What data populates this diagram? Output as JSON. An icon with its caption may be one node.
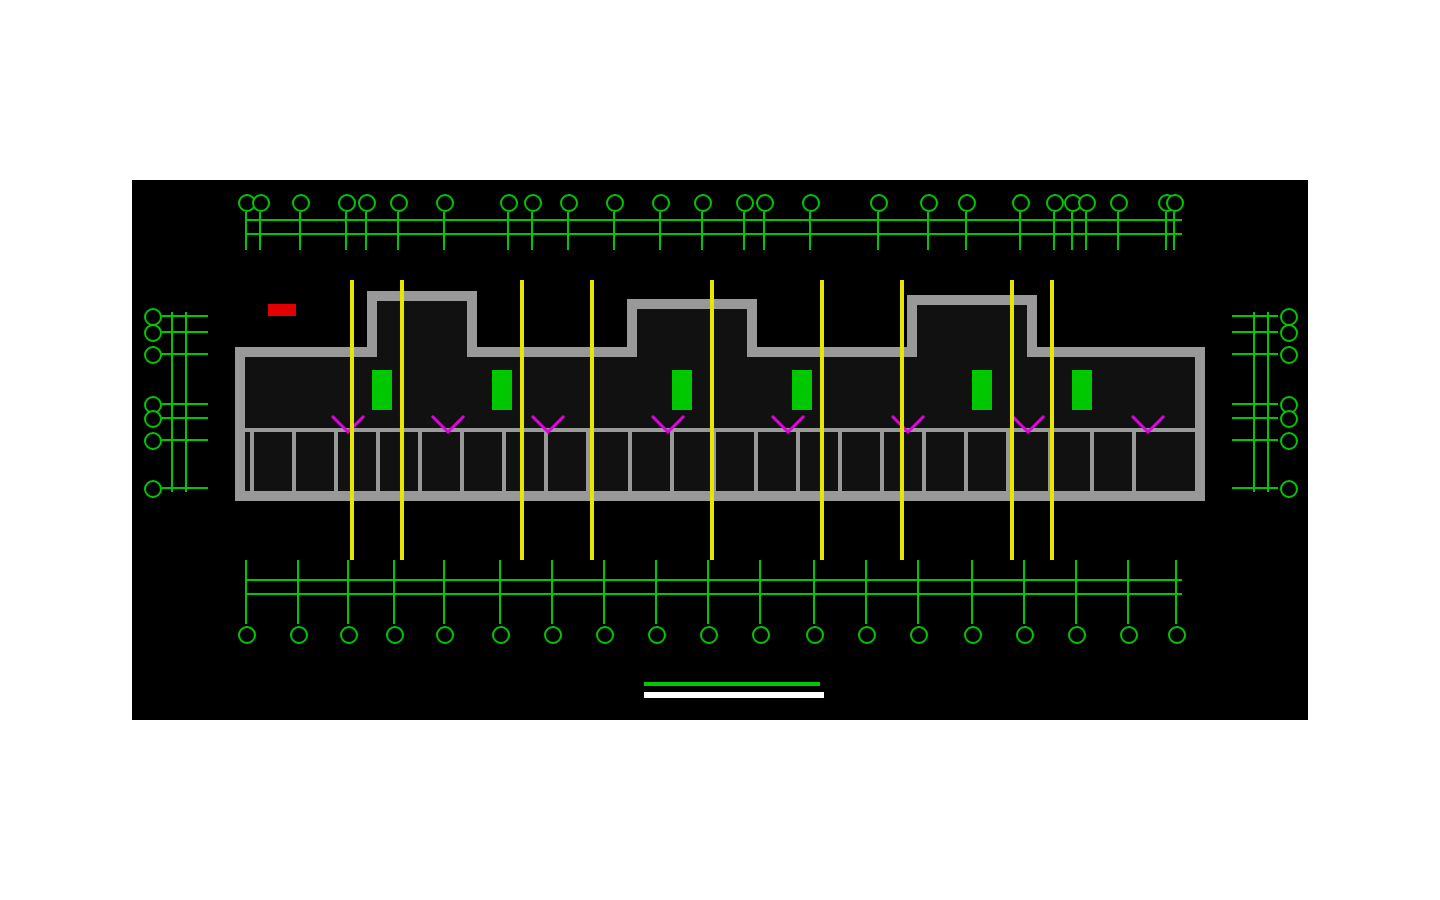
{
  "diagram": {
    "nodes": [
      {
        "text": [],
        "shape": "circle"
      },
      {
        "text": [],
        "shape": "circle"
      },
      {
        "text": [],
        "shape": "circle"
      },
      {
        "text": [],
        "shape": "circle"
      },
      {
        "text": [],
        "shape": "circle"
      },
      {
        "text": [],
        "shape": "circle"
      },
      {
        "text": [],
        "shape": "circle"
      },
      {
        "text": [],
        "shape": "circle"
      },
      {
        "text": [],
        "shape": "circle"
      },
      {
        "text": [],
        "shape": "circle"
      },
      {
        "text": [],
        "shape": "circle"
      },
      {
        "text": [],
        "shape": "circle"
      },
      {
        "text": [],
        "shape": "circle"
      },
      {
        "text": [],
        "shape": "circle"
      },
      {
        "text": [],
        "shape": "circle"
      },
      {
        "text": [],
        "shape": "circle"
      },
      {
        "text": [],
        "shape": "circle"
      },
      {
        "text": [],
        "shape": "circle"
      },
      {
        "text": [],
        "shape": "circle"
      },
      {
        "text": [],
        "shape": "circle"
      },
      {
        "text": [],
        "shape": "circle"
      },
      {
        "text": [],
        "shape": "circle"
      },
      {
        "text": [],
        "shape": "circle"
      },
      {
        "text": [],
        "shape": "circle"
      },
      {
        "text": [],
        "shape": "circle"
      },
      {
        "text": [],
        "shape": "circle"
      },
      {
        "text": [],
        "shape": "circle"
      },
      {
        "text": [],
        "shape": "circle"
      },
      {
        "text": [],
        "shape": "circle"
      },
      {
        "text": [],
        "shape": "circle"
      },
      {
        "text": [],
        "shape": "circle"
      },
      {
        "text": [],
        "shape": "circle"
      },
      {
        "text": [],
        "shape": "circle"
      },
      {
        "text": [],
        "shape": "circle"
      },
      {
        "text": [],
        "shape": "circle"
      },
      {
        "text": [],
        "shape": "circle"
      },
      {
        "text": [],
        "shape": "circle"
      },
      {
        "text": [],
        "shape": "circle"
      },
      {
        "text": [],
        "shape": "circle"
      },
      {
        "text": [],
        "shape": "circle"
      },
      {
        "text": [],
        "shape": "circle"
      },
      {
        "text": [],
        "shape": "circle"
      },
      {
        "text": [],
        "shape": "circle"
      },
      {
        "text": [],
        "shape": "circle"
      },
      {
        "text": [],
        "shape": "circle"
      },
      {
        "text": [],
        "shape": "circle"
      },
      {
        "text": [],
        "shape": "circle"
      },
      {
        "text": [],
        "shape": "circle"
      },
      {
        "text": [],
        "shape": "circle"
      },
      {
        "text": [],
        "shape": "circle"
      },
      {
        "text": [],
        "shape": "circle"
      },
      {
        "text": [],
        "shape": "circle"
      },
      {
        "text": [],
        "shape": "circle"
      },
      {
        "text": [],
        "shape": "circle"
      },
      {
        "text": [],
        "shape": "circle"
      },
      {
        "text": [],
        "shape": "circle"
      },
      {
        "text": [],
        "shape": "circle"
      },
      {
        "text": [],
        "shape": "circle"
      },
      {
        "text": [],
        "shape": "circle"
      }
    ]
  }
}
